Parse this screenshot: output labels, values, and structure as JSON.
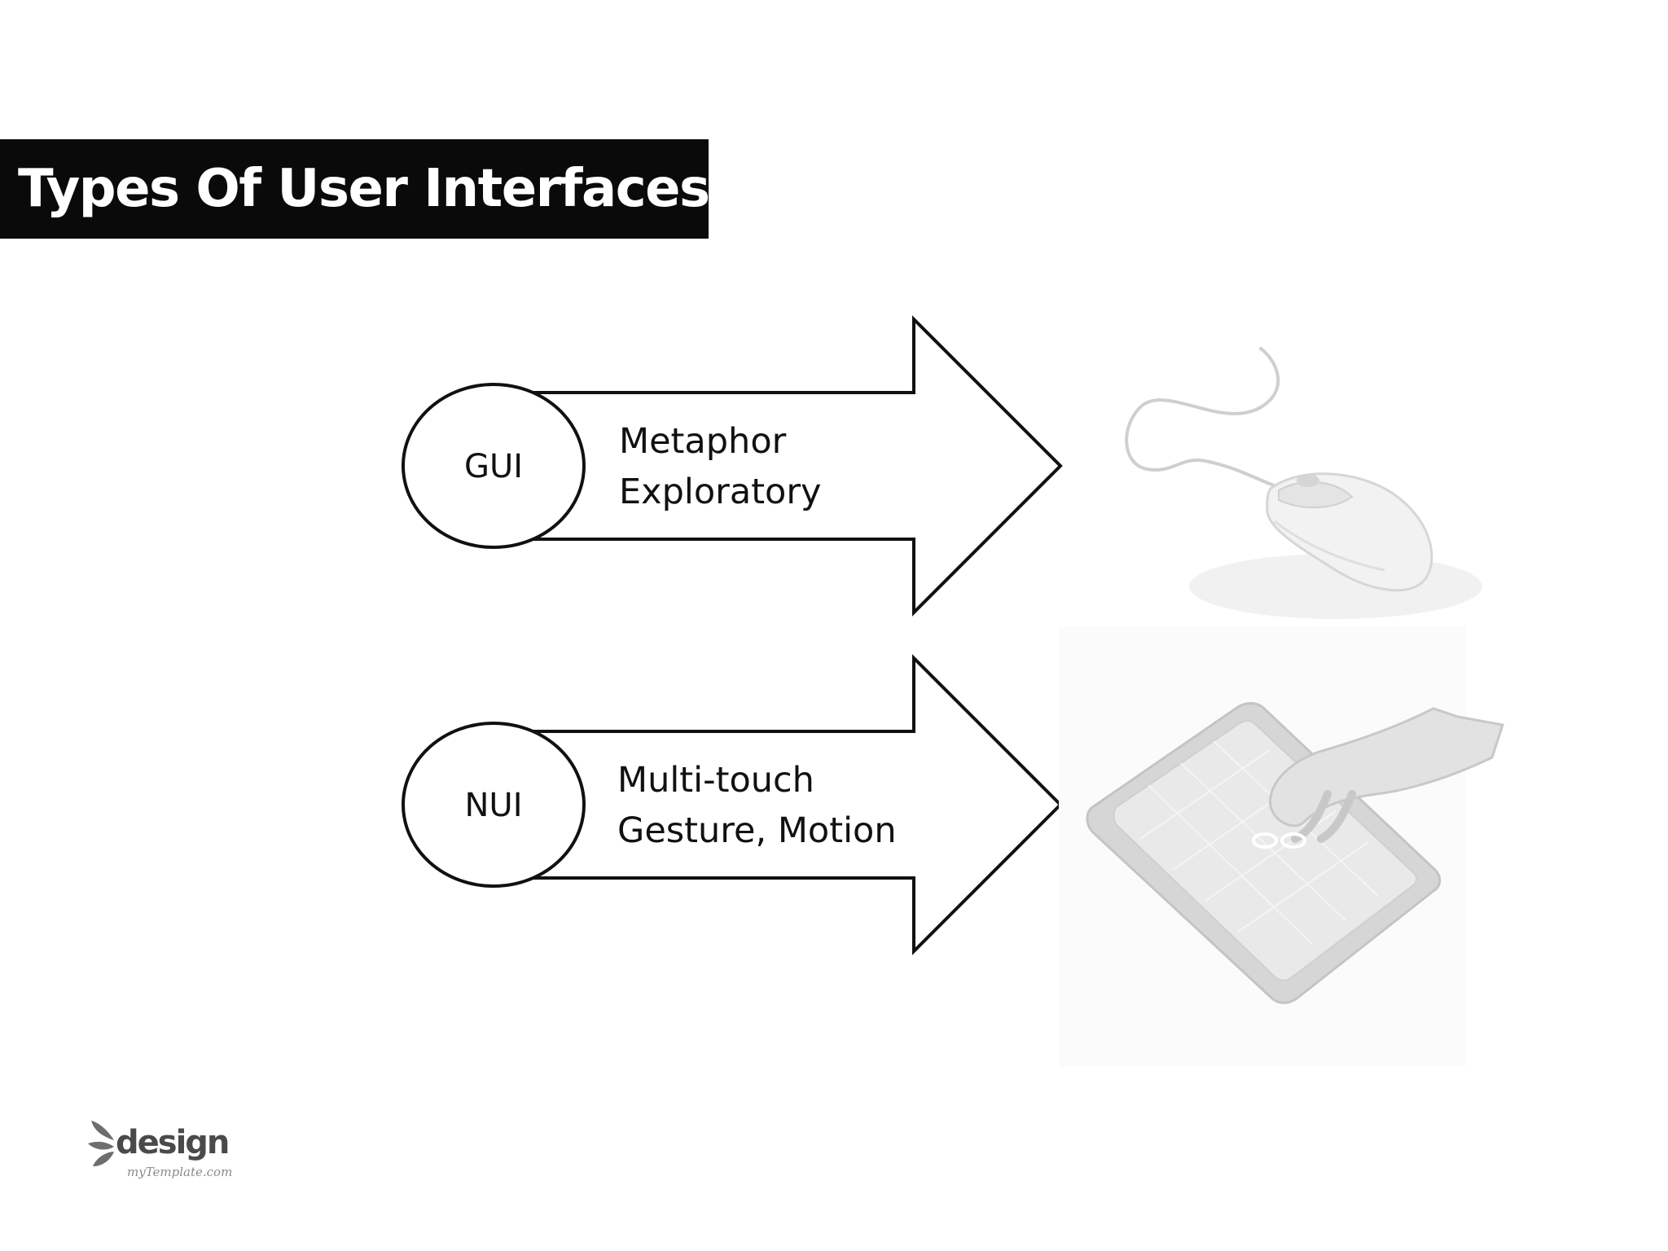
{
  "slide": {
    "title": "Types Of User Interfaces"
  },
  "rows": [
    {
      "label": "GUI",
      "lines": [
        "Metaphor",
        "Exploratory"
      ],
      "image": "computer-mouse-icon"
    },
    {
      "label": "NUI",
      "lines": [
        "Multi-touch",
        "Gesture, Motion"
      ],
      "image": "touch-tablet-hand-icon"
    }
  ],
  "logo": {
    "word": "design",
    "tagline": "myTemplate.com"
  },
  "colors": {
    "title_bar": "#0a0a0a",
    "title_text": "#ffffff",
    "stroke": "#111111",
    "illustration": "#d9d9d9"
  }
}
